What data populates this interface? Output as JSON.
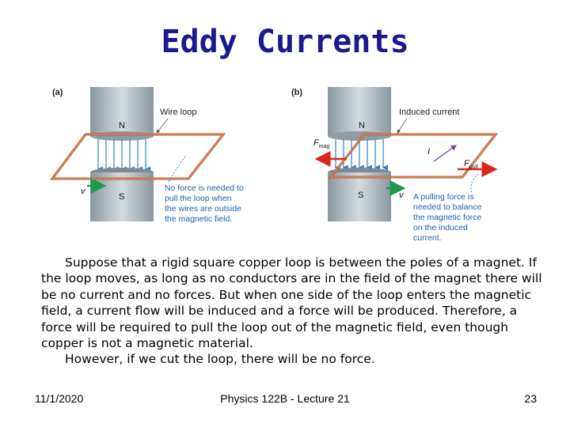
{
  "slide": {
    "title": "Eddy Currents",
    "paragraph_1": "Suppose that a rigid square copper loop is between the poles of a magnet.  If the loop moves, as long as no conductors are in the field of the magnet there will be no current and no forces.  But when one side of the loop enters the magnetic field,  a current flow will be induced and a force will be produced.  Therefore, a force will be required to pull the loop out of the magnetic field, even though copper is not a magnetic material.",
    "paragraph_2": "However, if we cut the loop, there will be no force."
  },
  "figure_a": {
    "panel_label": "(a)",
    "north_label": "N",
    "south_label": "S",
    "wire_loop_label": "Wire loop",
    "velocity_label": "v",
    "caption_lines": [
      "No force is needed to",
      "pull the loop when",
      "the wires are outside",
      "the magnetic field."
    ]
  },
  "figure_b": {
    "panel_label": "(b)",
    "north_label": "N",
    "south_label": "S",
    "induced_current_label": "Induced current",
    "current_label": "I",
    "force_mag_label": "F",
    "force_mag_sub": "mag",
    "force_pull_label": "F",
    "force_pull_sub": "pull",
    "velocity_label": "v",
    "caption_lines": [
      "A pulling force is",
      "needed to balance",
      "the magnetic force",
      "on the induced",
      "current."
    ]
  },
  "footer": {
    "date": "11/1/2020",
    "lecture": "Physics 122B  -  Lecture 21",
    "page_number": "23"
  },
  "colors": {
    "title": "#1a1a8c",
    "magnet": "#a9b6bd",
    "field_line": "#2f7fd0",
    "loop": "#b5562c",
    "velocity": "#1f9a4a",
    "force": "#d9261c",
    "caption": "#1f5fb0"
  }
}
